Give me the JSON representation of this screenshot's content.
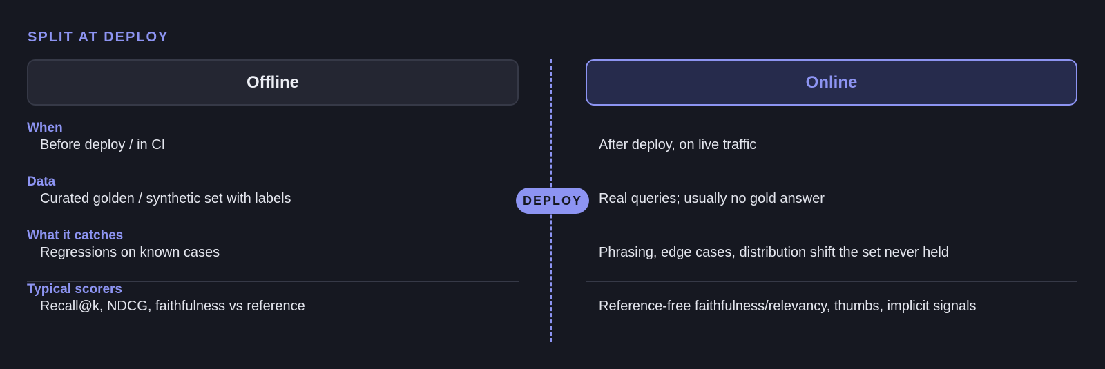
{
  "title": "SPLIT AT DEPLOY",
  "deploy_label": "DEPLOY",
  "offline": {
    "header": "Offline",
    "rows": [
      {
        "label": "When",
        "value": "Before deploy / in CI"
      },
      {
        "label": "Data",
        "value": "Curated golden / synthetic set with labels"
      },
      {
        "label": "What it catches",
        "value": "Regressions on known cases"
      },
      {
        "label": "Typical scorers",
        "value": "Recall@k, NDCG, faithfulness vs reference"
      }
    ]
  },
  "online": {
    "header": "Online",
    "rows": [
      {
        "value": "After deploy, on live traffic"
      },
      {
        "value": "Real queries; usually no gold answer"
      },
      {
        "value": "Phrasing, edge cases, distribution shift the set never held"
      },
      {
        "value": "Reference-free faithfulness/relevancy, thumbs, implicit signals"
      }
    ]
  },
  "colors": {
    "background": "#161821",
    "accent": "#8d94f2",
    "text": "#e4e6ee",
    "divider_line": "#363947"
  }
}
